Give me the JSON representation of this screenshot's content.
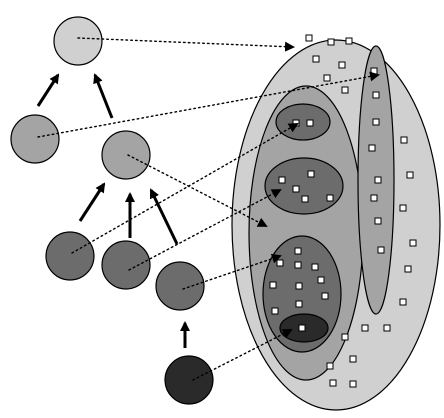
{
  "colors": {
    "level_0": "#d0d0d0",
    "level_1": "#a4a4a4",
    "level_2": "#6c6c6c",
    "level_3": "#2a2a2a",
    "region_outer": "#d0d0d0",
    "region_mid": "#a4a4a4",
    "region_inner": "#6c6c6c",
    "region_core": "#2a2a2a",
    "background": "#ffffff"
  },
  "tree": {
    "nodes": [
      {
        "id": "root",
        "level": 0
      },
      {
        "id": "left-child",
        "level": 1
      },
      {
        "id": "right-child",
        "level": 1
      },
      {
        "id": "leaf-a",
        "level": 2
      },
      {
        "id": "leaf-b",
        "level": 2
      },
      {
        "id": "leaf-c",
        "level": 2
      },
      {
        "id": "bottom",
        "level": 3
      }
    ],
    "edges": [
      {
        "from": "left-child",
        "to": "root"
      },
      {
        "from": "right-child",
        "to": "root"
      },
      {
        "from": "leaf-a",
        "to": "right-child"
      },
      {
        "from": "leaf-b",
        "to": "right-child"
      },
      {
        "from": "leaf-c",
        "to": "right-child"
      },
      {
        "from": "bottom",
        "to": "leaf-c"
      }
    ]
  },
  "regions": [
    {
      "id": "outer",
      "level": 0
    },
    {
      "id": "tall-right",
      "level": 1
    },
    {
      "id": "left-mid",
      "level": 1
    },
    {
      "id": "small-top",
      "level": 2
    },
    {
      "id": "middle",
      "level": 2
    },
    {
      "id": "lower",
      "level": 2
    },
    {
      "id": "core",
      "level": 3
    }
  ],
  "mappings": [
    {
      "from": "root",
      "to": "outer"
    },
    {
      "from": "left-child",
      "to": "tall-right"
    },
    {
      "from": "right-child",
      "to": "left-mid"
    },
    {
      "from": "leaf-a",
      "to": "small-top"
    },
    {
      "from": "leaf-b",
      "to": "middle"
    },
    {
      "from": "leaf-c",
      "to": "lower"
    },
    {
      "from": "bottom",
      "to": "core"
    }
  ]
}
